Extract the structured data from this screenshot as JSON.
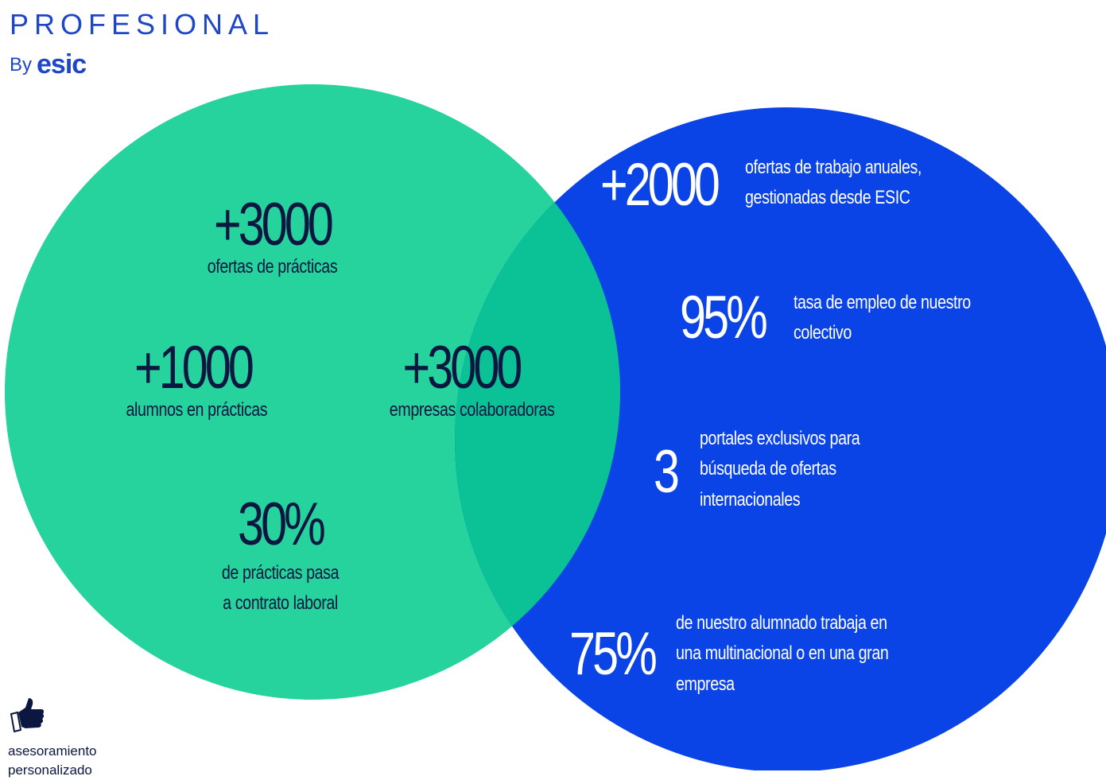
{
  "brand": {
    "title": "PROFESIONAL",
    "by": "By",
    "logo": "esic"
  },
  "colors": {
    "green": "#26d39d",
    "overlap": "#0ac296",
    "blue": "#0a43e6",
    "dark_text": "#0b1740",
    "light_text": "#ffffff"
  },
  "left": {
    "stat1": {
      "value": "+3000",
      "label": "ofertas de prácticas"
    },
    "stat2": {
      "value": "+1000",
      "label": "alumnos en prácticas"
    },
    "stat3": {
      "value": "30%",
      "label_line1": "de prácticas pasa",
      "label_line2": "a contrato laboral"
    }
  },
  "overlap": {
    "value": "+3000",
    "label": "empresas colaboradoras"
  },
  "right": {
    "stat1": {
      "value": "+2000",
      "line1": "ofertas de trabajo anuales,",
      "line2": "gestionadas desde ESIC"
    },
    "stat2": {
      "value": "95%",
      "line1": "tasa de empleo de nuestro",
      "line2": "colectivo"
    },
    "stat3": {
      "value": "3",
      "line1": "portales exclusivos para",
      "line2": "búsqueda de ofertas",
      "line3": "internacionales"
    },
    "stat4": {
      "value": "75%",
      "line1": "de nuestro alumnado trabaja en",
      "line2": "una multinacional o  en una gran",
      "line3": "empresa"
    }
  },
  "footer": {
    "icon": "thumbs-up-icon",
    "label_line1": "asesoramiento",
    "label_line2": "personalizado"
  }
}
